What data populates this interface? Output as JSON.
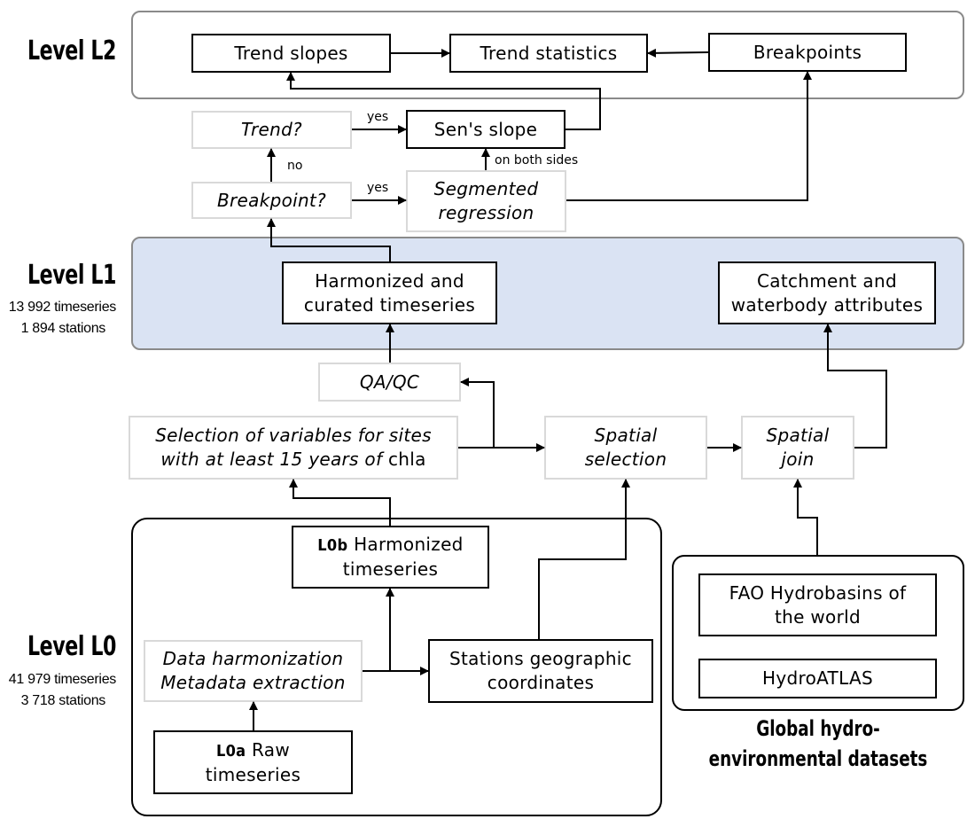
{
  "levels": {
    "l2": {
      "title": "Level L2"
    },
    "l1": {
      "title": "Level L1",
      "timeseries": "13 992 timeseries",
      "stations": "1 894 stations"
    },
    "l0": {
      "title": "Level L0",
      "timeseries": "41 979 timeseries",
      "stations": "3 718 stations"
    }
  },
  "nodes": {
    "trend_slopes": "Trend slopes",
    "trend_statistics": "Trend statistics",
    "breakpoints": "Breakpoints",
    "trend_q": "Trend?",
    "sens_slope": "Sen's slope",
    "breakpoint_q": "Breakpoint?",
    "segmented_regression": "Segmented\nregression",
    "harmonized_curated": "Harmonized and\ncurated timeseries",
    "catchment_attributes": "Catchment and\nwaterbody attributes",
    "qaqc": "QA/QC",
    "selection_variables": "Selection of variables for sites\nwith at least 15 years of",
    "selection_variables_chla": "chla",
    "spatial_selection": "Spatial\nselection",
    "spatial_join": "Spatial\njoin",
    "l0b_tag": "L0b",
    "l0b_text": "Harmonized\ntimeseries",
    "data_harmonization": "Data harmonization\nMetadata extraction",
    "stations_coordinates": "Stations geographic\ncoordinates",
    "l0a_tag": "L0a",
    "l0a_text": "Raw\ntimeseries",
    "fao_hydrobasins": "FAO Hydrobasins of\nthe world",
    "hydroatlas": "HydroATLAS"
  },
  "edge_labels": {
    "trend_yes": "yes",
    "trend_no": "no",
    "breakpoint_yes": "yes",
    "on_both_sides": "on both sides"
  },
  "global_datasets_title": "Global hydro-\nenvironmental datasets",
  "colors": {
    "l1_fill": "#dae3f3",
    "panel_border": "#8a8a8a",
    "light_border": "#d9d9d9"
  }
}
